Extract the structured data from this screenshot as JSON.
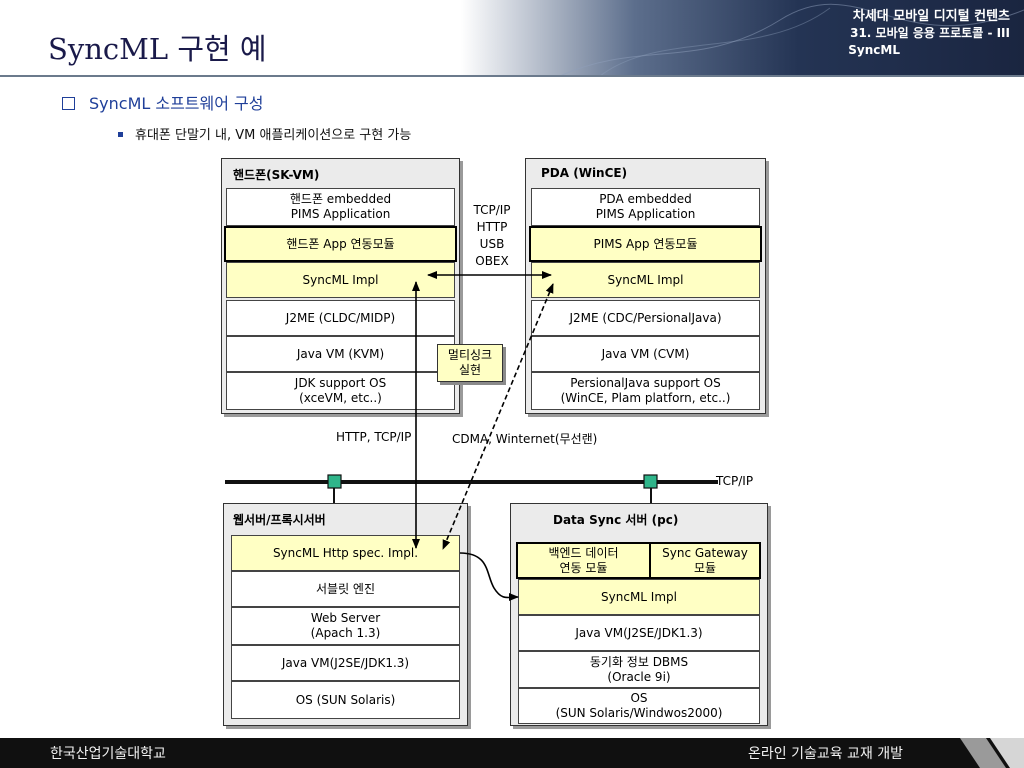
{
  "header": {
    "title": "SyncML 구현 예",
    "right_line1": "차세대 모바일 디지털 컨텐츠",
    "right_line2": "31. 모바일 응용 프로토콜 - III",
    "right_line3": "SyncML"
  },
  "section": {
    "heading": "SyncML 소프트웨어 구성"
  },
  "bullet": {
    "text": "휴대폰 단말기 내, VM 애플리케이션으로 구현 가능"
  },
  "phone": {
    "title": "핸드폰(SK-VM)",
    "app": "핸드폰 embedded\nPIMS Application",
    "link_module": "핸드폰 App 연동모듈",
    "syncml": "SyncML Impl",
    "j2me": "J2ME (CLDC/MIDP)",
    "vm": "Java VM (KVM)",
    "os": "JDK support OS\n(xceVM, etc..)"
  },
  "pda": {
    "title": "PDA (WinCE)",
    "app": "PDA embedded\nPIMS Application",
    "link_module": "PIMS App 연동모듈",
    "syncml": "SyncML Impl",
    "j2me": "J2ME (CDC/PersionalJava)",
    "vm": "Java VM (CVM)",
    "os": "PersionalJava support OS\n(WinCE, Plam platforn, etc..)"
  },
  "protocols": "TCP/IP\nHTTP\nUSB\nOBEX",
  "multisync": "멀티싱크\n실현",
  "http_label": "HTTP, TCP/IP",
  "cdma_label": "CDMA, Winternet(무선랜)",
  "network_label": "TCP/IP",
  "webserver": {
    "title": "웹서버/프록시서버",
    "syncml_http": "SyncML Http spec. Impl.",
    "servlet": "서블릿 엔진",
    "web": "Web Server\n(Apach 1.3)",
    "vm": "Java VM(J2SE/JDK1.3)",
    "os": "OS (SUN Solaris)"
  },
  "datasync": {
    "title": "Data Sync 서버 (pc)",
    "backend": "백엔드 데이터\n연동 모듈",
    "gateway": "Sync Gateway\n모듈",
    "syncml": "SyncML Impl",
    "vm": "Java VM(J2SE/JDK1.3)",
    "dbms": "동기화 정보 DBMS\n(Oracle 9i)",
    "os": "OS\n(SUN Solaris/Windwos2000)"
  },
  "footer": {
    "left": "한국산업기술대학교",
    "right": "온라인 기술교육 교재 개발"
  },
  "colors": {
    "header_bg": "#1f2d47",
    "accent_blue": "#1f3f99",
    "cell_yellow": "#ffffc4",
    "panel_gray": "#ebebeb",
    "footer_bg": "#101010",
    "node_green": "#2fb58a"
  }
}
